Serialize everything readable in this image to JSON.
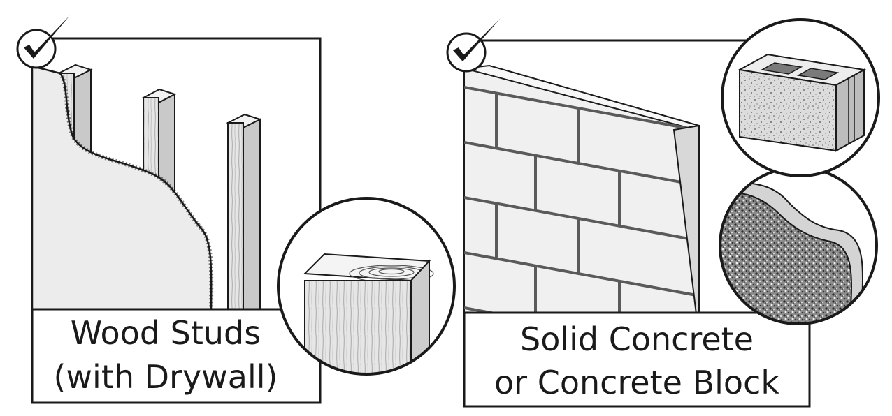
{
  "panels": [
    {
      "id": "wood-studs",
      "checked": true,
      "caption_lines": [
        "Wood Studs",
        "(with Drywall)"
      ]
    },
    {
      "id": "solid-concrete",
      "checked": true,
      "caption_lines": [
        "Solid Concrete",
        "or Concrete Block"
      ]
    }
  ],
  "icons": [
    "checkmark-icon",
    "wood-stud-cross-section-icon",
    "concrete-block-icon",
    "concrete-texture-icon"
  ],
  "colors": {
    "outline": "#1a1a1a",
    "drywall": "#eeeeee",
    "wood": "#e3e3e3",
    "brick": "#f2f2f2",
    "mortar": "#5a5a5a",
    "concrete": "#cccccc"
  }
}
